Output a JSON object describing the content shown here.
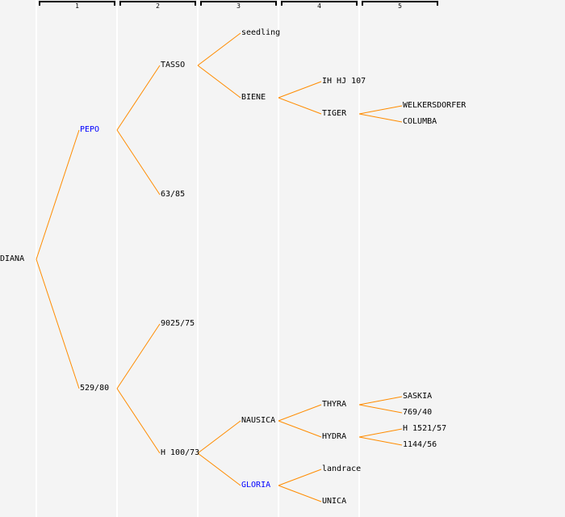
{
  "colors": {
    "edge": "#ff8c00",
    "highlight": "#0000ff",
    "text": "#000000"
  },
  "generations": [
    "1",
    "2",
    "3",
    "4",
    "5"
  ],
  "tree": {
    "name": "DIANA",
    "children": [
      {
        "name": "PEPO",
        "highlight": true,
        "children": [
          {
            "name": "TASSO",
            "children": [
              {
                "name": "seedling"
              },
              {
                "name": "BIENE",
                "children": [
                  {
                    "name": "IH HJ 107"
                  },
                  {
                    "name": "TIGER",
                    "children": [
                      {
                        "name": "WELKERSDORFER"
                      },
                      {
                        "name": "COLUMBA"
                      }
                    ]
                  }
                ]
              }
            ]
          },
          {
            "name": "63/85"
          }
        ]
      },
      {
        "name": "529/80",
        "children": [
          {
            "name": "9025/75"
          },
          {
            "name": "H 100/73",
            "children": [
              {
                "name": "NAUSICA",
                "children": [
                  {
                    "name": "THYRA",
                    "children": [
                      {
                        "name": "SASKIA"
                      },
                      {
                        "name": "769/40"
                      }
                    ]
                  },
                  {
                    "name": "HYDRA",
                    "children": [
                      {
                        "name": "H 1521/57"
                      },
                      {
                        "name": "1144/56"
                      }
                    ]
                  }
                ]
              },
              {
                "name": "GLORIA",
                "highlight": true,
                "children": [
                  {
                    "name": "landrace"
                  },
                  {
                    "name": "UNICA"
                  }
                ]
              }
            ]
          }
        ]
      }
    ]
  }
}
